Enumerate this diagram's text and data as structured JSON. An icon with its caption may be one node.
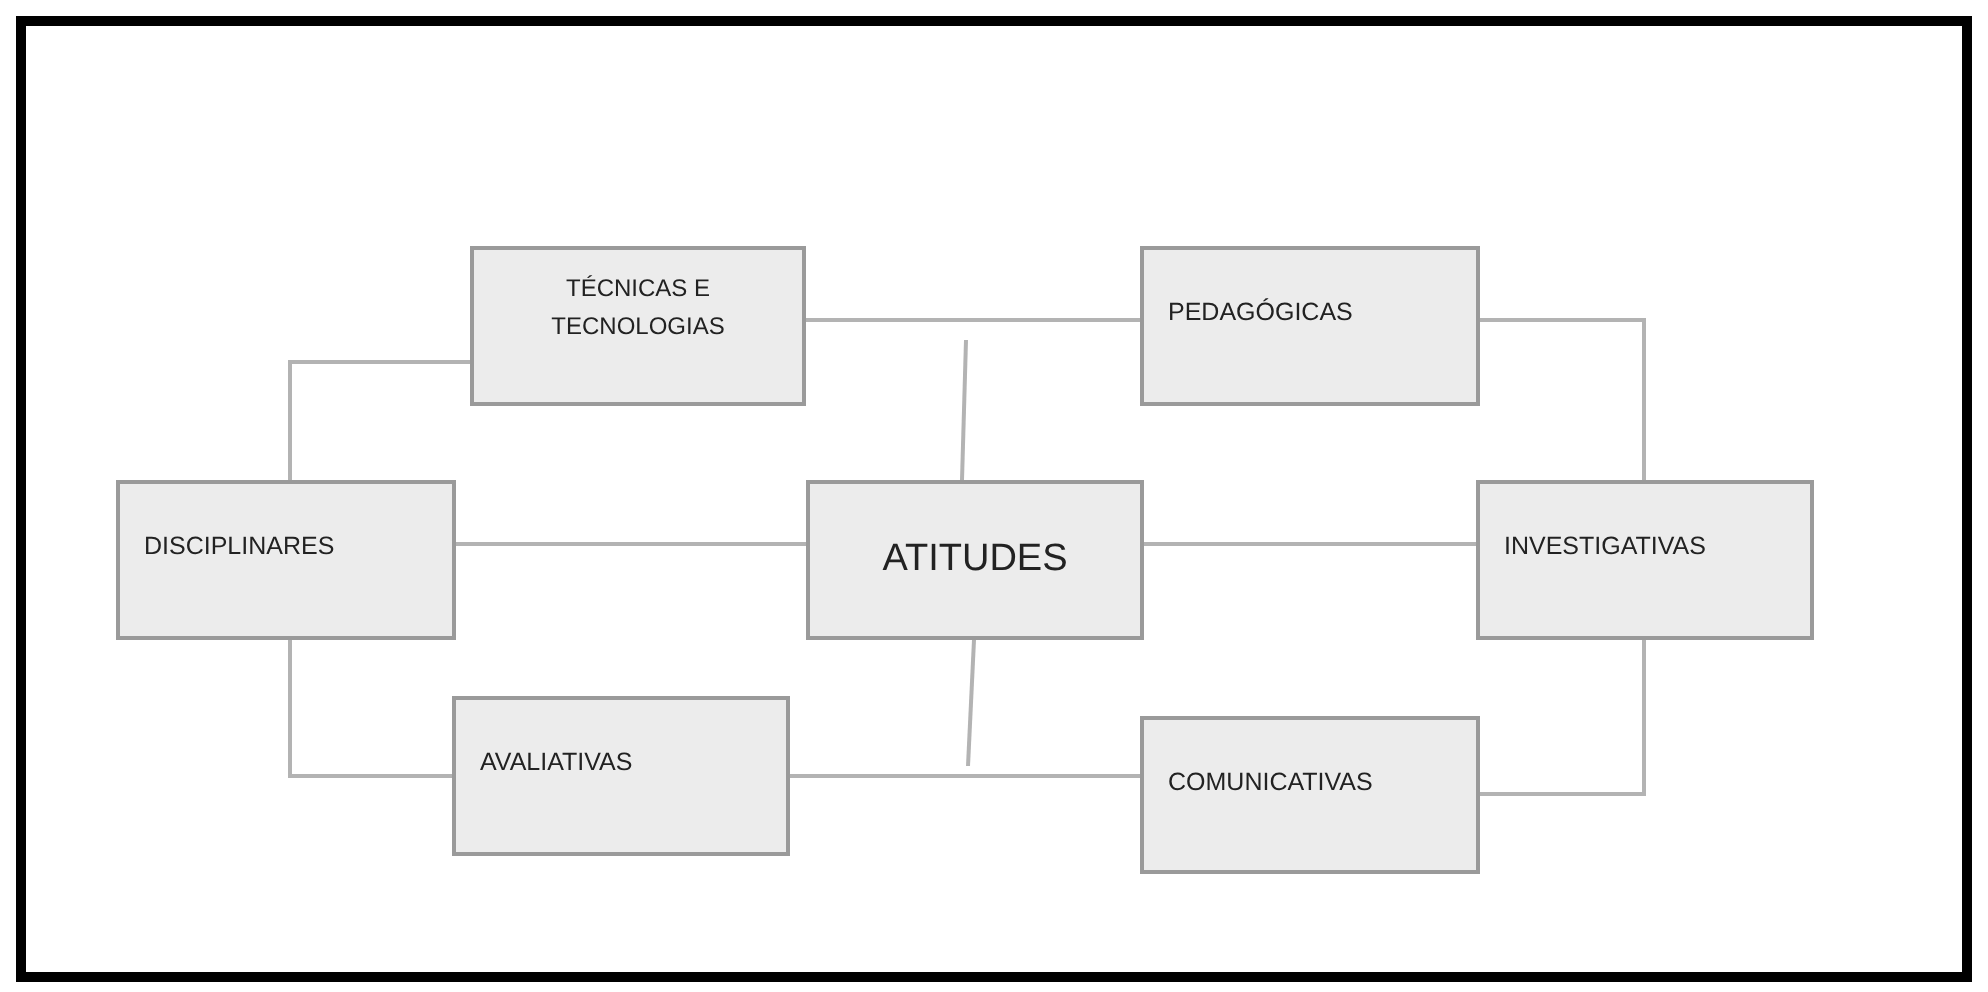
{
  "diagram": {
    "nodes": [
      {
        "text": [
          "TÉCNICAS E TECNOLOGIAS"
        ]
      },
      {
        "text": [
          "PEDAGÓGICAS"
        ]
      },
      {
        "text": [
          "DISCIPLINARES"
        ]
      },
      {
        "text": [
          "ATITUDES"
        ]
      },
      {
        "text": [
          "INVESTIGATIVAS"
        ]
      },
      {
        "text": [
          "AVALIATIVAS"
        ]
      },
      {
        "text": [
          "COMUNICATIVAS"
        ]
      }
    ],
    "edges": [
      {
        "from": 0,
        "to": 1,
        "arrow": "none"
      },
      {
        "from": 1,
        "to": 4,
        "arrow": "none"
      },
      {
        "from": 2,
        "to": 0,
        "arrow": "none"
      },
      {
        "from": 2,
        "to": 3,
        "arrow": "none"
      },
      {
        "from": 3,
        "to": 4,
        "arrow": "none"
      },
      {
        "from": 2,
        "to": 5,
        "arrow": "none"
      },
      {
        "from": 5,
        "to": 6,
        "arrow": "none"
      },
      {
        "from": 4,
        "to": 6,
        "arrow": "none"
      },
      {
        "from": 3,
        "to": null,
        "arrow": "none"
      },
      {
        "from": 3,
        "to": null,
        "arrow": "none"
      }
    ]
  }
}
